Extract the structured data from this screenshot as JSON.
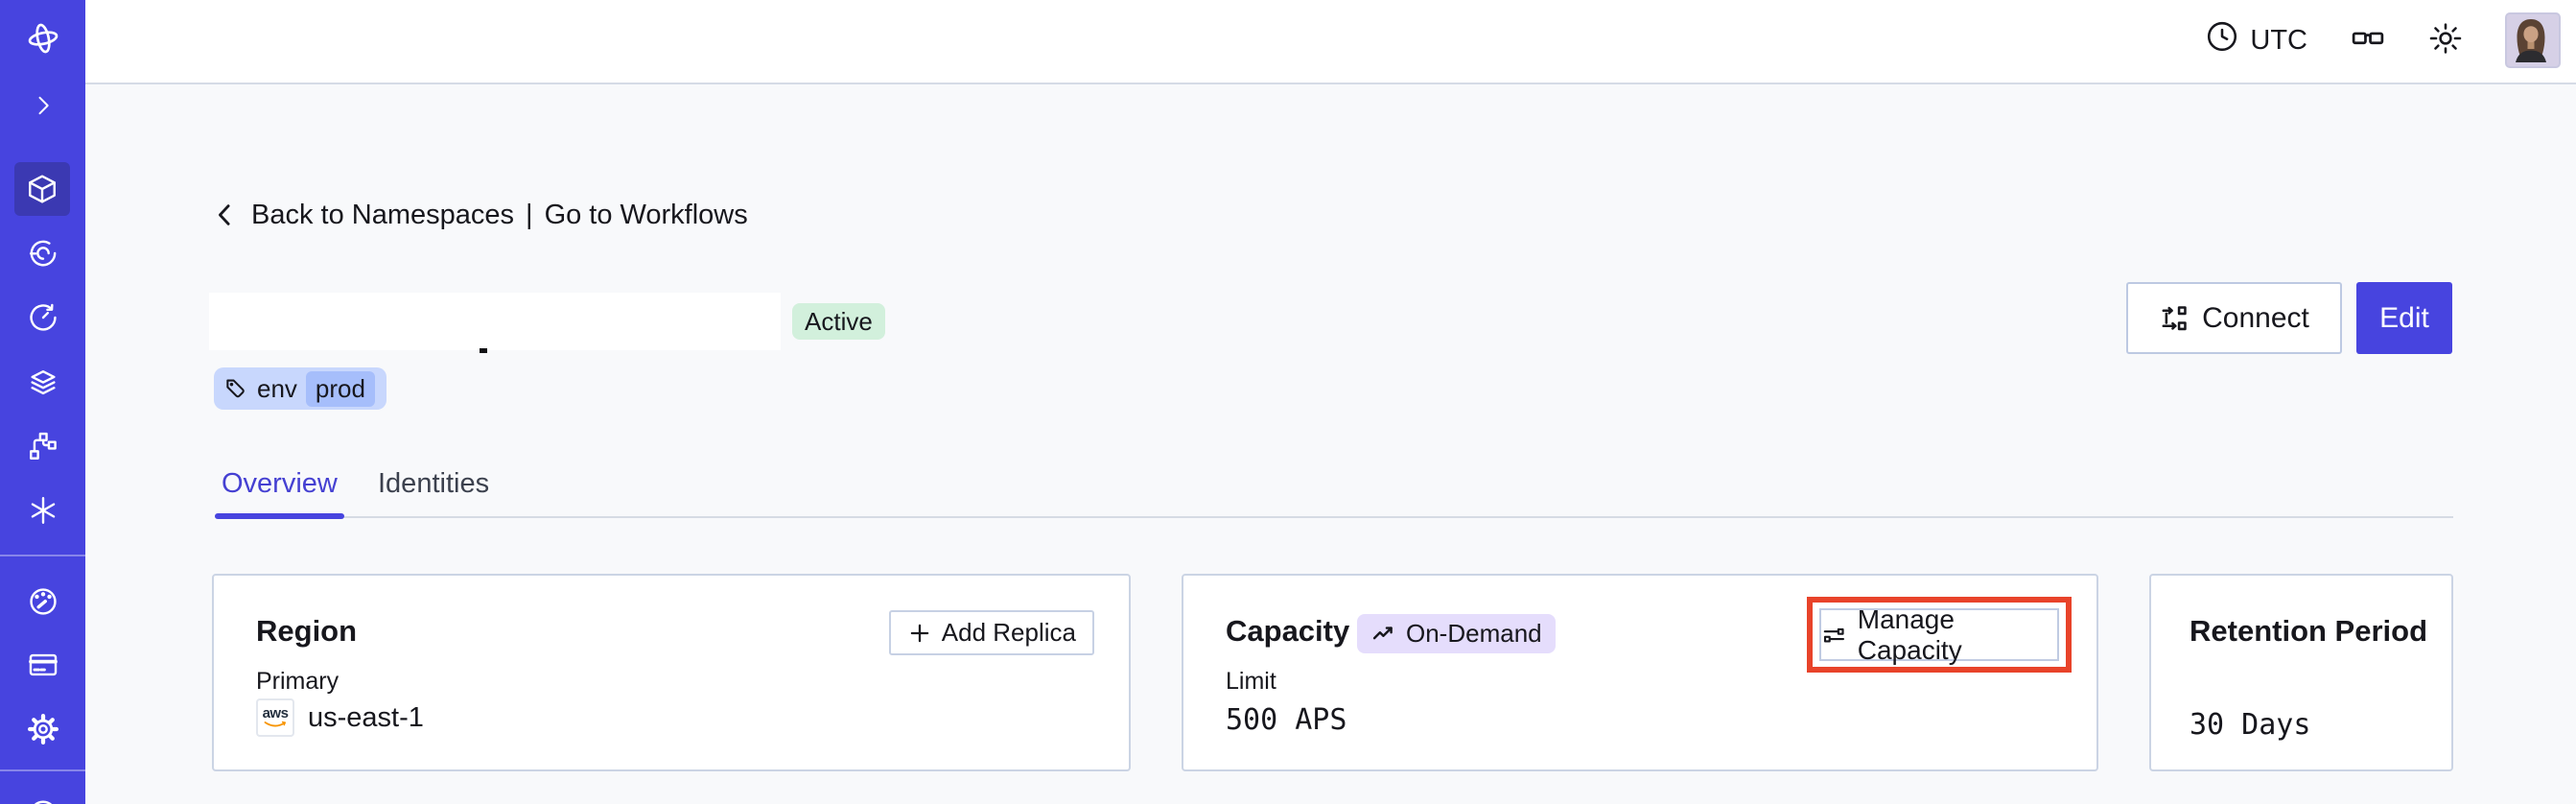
{
  "topbar": {
    "timezone": "UTC",
    "icons": [
      "clock-icon",
      "glasses-icon",
      "sun-icon",
      "avatar"
    ]
  },
  "sidebar": {
    "items": [
      {
        "icon": "orbit-logo"
      },
      {
        "icon": "chevron-right"
      },
      {
        "icon": "cube",
        "active": true
      },
      {
        "icon": "swirl"
      },
      {
        "icon": "history-clock"
      },
      {
        "icon": "layers"
      },
      {
        "icon": "branch"
      },
      {
        "icon": "asterisk"
      },
      {
        "icon": "gauge"
      },
      {
        "icon": "credit-card"
      },
      {
        "icon": "gear"
      },
      {
        "icon": "globe-partial"
      }
    ]
  },
  "breadcrumb": {
    "back": "Back to Namespaces",
    "separator": "|",
    "forward": "Go to Workflows"
  },
  "namespace": {
    "status": "Active",
    "tag_key": "env",
    "tag_value": "prod"
  },
  "actions": {
    "connect": "Connect",
    "edit": "Edit"
  },
  "tabs": [
    {
      "label": "Overview",
      "active": true
    },
    {
      "label": "Identities",
      "active": false
    }
  ],
  "cards": {
    "region": {
      "title": "Region",
      "add_replica": "Add Replica",
      "label": "Primary",
      "provider": "aws",
      "value": "us-east-1"
    },
    "capacity": {
      "title": "Capacity",
      "badge": "On-Demand",
      "manage": "Manage Capacity",
      "label": "Limit",
      "value": "500 APS"
    },
    "retention": {
      "title": "Retention Period",
      "value": "30 Days"
    }
  },
  "colors": {
    "sidebar": "#4744df",
    "sidebar_active": "#3b39b2",
    "accent_indigo": "#4744df",
    "status_green_bg": "#d2f0dc",
    "tag_blue_bg": "#c8d7fd",
    "tag_chip_bg": "#a6befb",
    "ondemand_purple_bg": "#e5ddfc",
    "highlight_red": "#e8432a",
    "card_border": "#cbd4e4",
    "page_bg": "#f8f9fb",
    "text": "#17171d"
  }
}
